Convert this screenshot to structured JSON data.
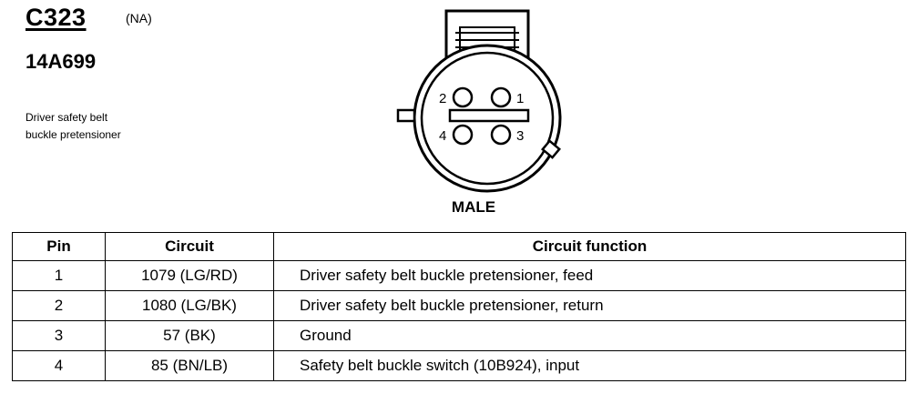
{
  "header": {
    "connector_id": "C323",
    "market": "(NA)",
    "part_number": "14A699",
    "description_line1": "Driver safety belt",
    "description_line2": "buckle pretensioner"
  },
  "diagram": {
    "gender": "MALE",
    "pins": [
      {
        "number": "1"
      },
      {
        "number": "2"
      },
      {
        "number": "3"
      },
      {
        "number": "4"
      }
    ]
  },
  "table": {
    "headers": [
      "Pin",
      "Circuit",
      "Circuit function"
    ],
    "rows": [
      {
        "pin": "1",
        "circuit": "1079 (LG/RD)",
        "function": "Driver safety belt buckle pretensioner, feed"
      },
      {
        "pin": "2",
        "circuit": "1080 (LG/BK)",
        "function": "Driver safety belt buckle pretensioner, return"
      },
      {
        "pin": "3",
        "circuit": "57 (BK)",
        "function": "Ground"
      },
      {
        "pin": "4",
        "circuit": "85 (BN/LB)",
        "function": "Safety belt buckle switch (10B924), input"
      }
    ]
  }
}
